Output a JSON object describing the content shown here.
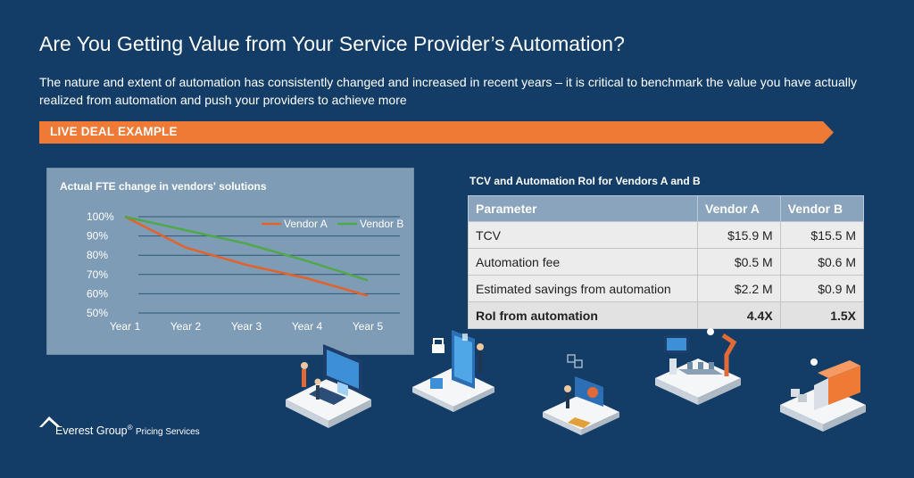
{
  "header": {
    "title": "Are You Getting Value from Your Service Provider’s Automation?",
    "subtitle": "The nature and extent of automation has consistently changed and increased in recent years – it is critical to benchmark the value you have  actually realized from automation and push your providers to achieve more"
  },
  "banner": {
    "label": "LIVE DEAL EXAMPLE",
    "color": "#ee7a35"
  },
  "chart_data": {
    "type": "line",
    "title": "Actual FTE change in vendors' solutions",
    "x": [
      "Year 1",
      "Year 2",
      "Year 3",
      "Year 4",
      "Year 5"
    ],
    "ylim": [
      50,
      100
    ],
    "yticks": [
      "100%",
      "90%",
      "80%",
      "70%",
      "60%",
      "50%"
    ],
    "ytick_values": [
      100,
      90,
      80,
      70,
      60,
      50
    ],
    "grid": true,
    "legend": "top-right",
    "series": [
      {
        "name": "Vendor A",
        "color": "#e2622a",
        "values": [
          100,
          84,
          75,
          68,
          59
        ]
      },
      {
        "name": "Vendor B",
        "color": "#4fa84a",
        "values": [
          100,
          93,
          86,
          77,
          67
        ]
      }
    ]
  },
  "table": {
    "title": "TCV and Automation RoI for Vendors A and B",
    "headers": [
      "Parameter",
      "Vendor A",
      "Vendor B"
    ],
    "rows": [
      [
        "TCV",
        "$15.9 M",
        "$15.5 M"
      ],
      [
        "Automation fee",
        "$0.5 M",
        "$0.6 M"
      ],
      [
        "Estimated savings from automation",
        "$2.2 M",
        "$0.9 M"
      ],
      [
        "RoI from automation",
        "4.4X",
        "1.5X"
      ]
    ]
  },
  "logo": {
    "name": "Everest Group",
    "reg": "®",
    "service": "Pricing Services"
  },
  "colors": {
    "background": "#133d66",
    "accent": "#ee7a35",
    "panel": "#7f9cb6"
  }
}
